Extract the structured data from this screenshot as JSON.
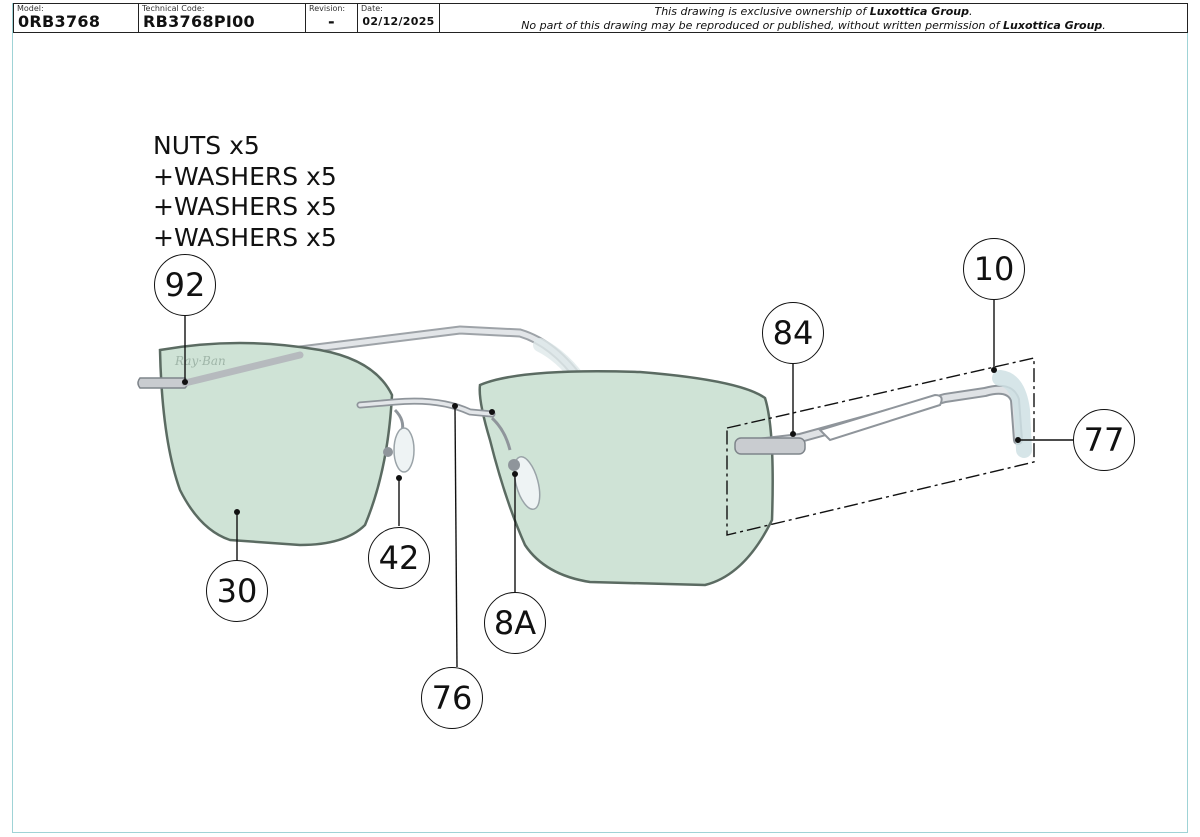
{
  "title_block": {
    "model_caption": "Model:",
    "model_value": "0RB3768",
    "technical_code_caption": "Technical Code:",
    "technical_code_value": "RB3768PI00",
    "revision_caption": "Revision:",
    "revision_value": "-",
    "date_caption": "Date:",
    "date_value": "02/12/2025",
    "notice_line1_prefix": "This drawing is exclusive ownership of ",
    "notice_line1_brand": "Luxottica Group",
    "notice_line1_suffix": ".",
    "notice_line2_prefix": "No part of this drawing may be reproduced or published, without written permission of ",
    "notice_line2_brand": "Luxottica Group",
    "notice_line2_suffix": "."
  },
  "parts_note": {
    "lines": [
      "NUTS x5",
      "+WASHERS x5",
      "+WASHERS x5",
      "+WASHERS x5"
    ]
  },
  "callouts": {
    "c92": "92",
    "c10": "10",
    "c84": "84",
    "c77": "77",
    "c30": "30",
    "c42": "42",
    "c8a": "8A",
    "c76": "76"
  },
  "colors": {
    "lens_fill": "#cfe3d6",
    "lens_edge": "#5b6b62",
    "metal": "#b9bcc0",
    "border_accent": "#9fd3d6"
  }
}
